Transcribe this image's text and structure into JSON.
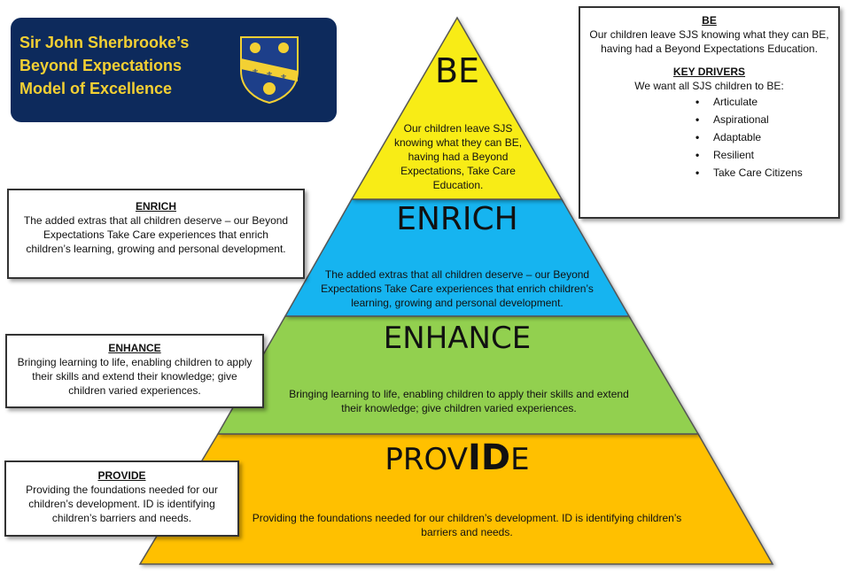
{
  "title": {
    "line1": "Sir John Sherbrooke’s",
    "line2": "Beyond Expectations",
    "line3": "Model of Excellence"
  },
  "colors": {
    "navy": "#0d2a5c",
    "gold": "#f3d033",
    "be": "#f8ec13",
    "enrich": "#18b4f0",
    "enhance": "#92d050",
    "provide": "#ffc000"
  },
  "pyramid": {
    "be": {
      "heading": "BE",
      "text": "Our children leave SJS knowing what they can BE, having had a Beyond Expectations, Take Care Education."
    },
    "enrich": {
      "heading": "ENRICH",
      "text": "The added extras that all children deserve – our Beyond Expectations Take Care experiences that enrich children’s learning, growing and personal development."
    },
    "enhance": {
      "heading": "ENHANCE",
      "text": "Bringing learning to life, enabling children to apply their skills and extend their knowledge; give children varied experiences."
    },
    "provide": {
      "heading_pre": "PROV",
      "heading_mid": "ID",
      "heading_post": "E",
      "text": "Providing the foundations needed for our children’s development. ID is identifying children’s barriers and needs."
    }
  },
  "notes": {
    "be": {
      "title": "BE",
      "text": "Our children leave SJS knowing what they can BE, having had a Beyond Expectations Education.",
      "drivers_title": "KEY DRIVERS",
      "drivers_intro": "We want all SJS children to BE:",
      "drivers": [
        "Articulate",
        "Aspirational",
        "Adaptable",
        "Resilient",
        "Take Care Citizens"
      ]
    },
    "enrich": {
      "title": "ENRICH",
      "text": "The added extras that all children deserve – our Beyond Expectations Take Care experiences that enrich children’s learning, growing and personal development."
    },
    "enhance": {
      "title": "ENHANCE",
      "text": "Bringing learning to life, enabling children to apply their skills and extend their knowledge; give children varied experiences."
    },
    "provide": {
      "title": "PROVIDE",
      "text": "Providing the foundations needed for our children’s development. ID is identifying children’s barriers and needs."
    }
  }
}
